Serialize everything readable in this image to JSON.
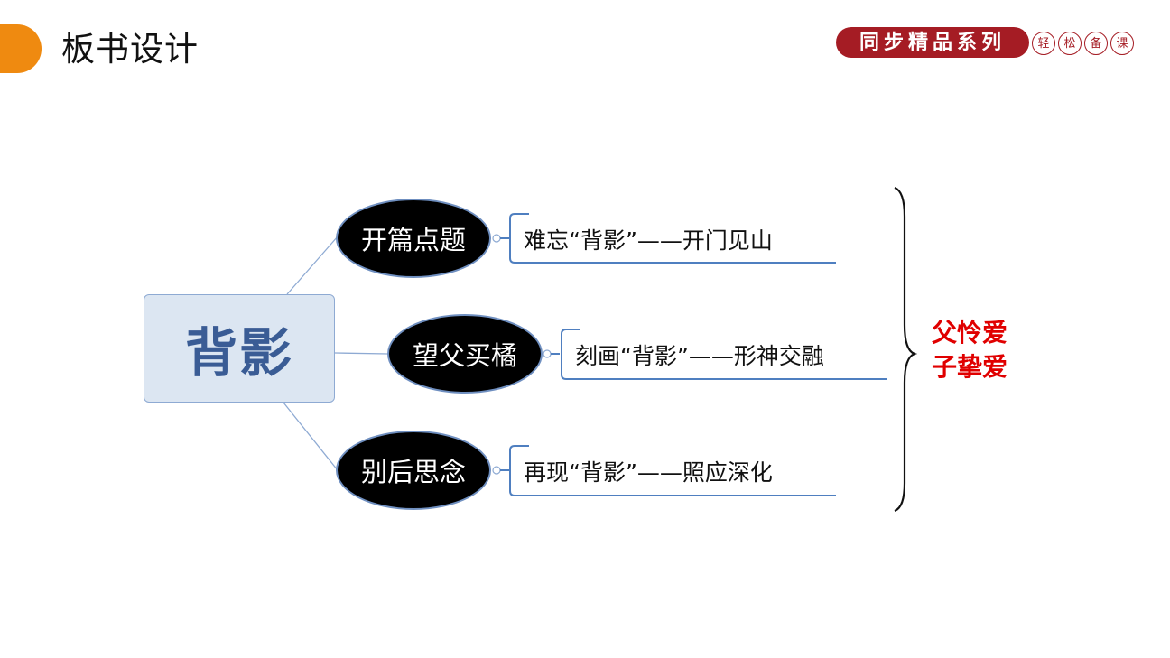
{
  "header": {
    "title": "板书设计",
    "series_label": "同步精品系列",
    "seal_chars": [
      "轻",
      "松",
      "备",
      "课"
    ]
  },
  "diagram": {
    "root": "背影",
    "branches": [
      {
        "label": "开篇点题",
        "detail": "难忘“背影”——开门见山"
      },
      {
        "label": "望父买橘",
        "detail": "刻画“背影”——形神交融"
      },
      {
        "label": "别后思念",
        "detail": "再现“背影”——照应深化"
      }
    ],
    "conclusion": [
      "父怜爱",
      "子挚爱"
    ]
  },
  "colors": {
    "accent": "#ef8a10",
    "brand": "#a51c24",
    "root_fill": "#dce6f2",
    "root_text": "#3a5c95",
    "connector": "#8eaad3",
    "underline": "#4f7fc0",
    "conclusion": "#e00000"
  }
}
